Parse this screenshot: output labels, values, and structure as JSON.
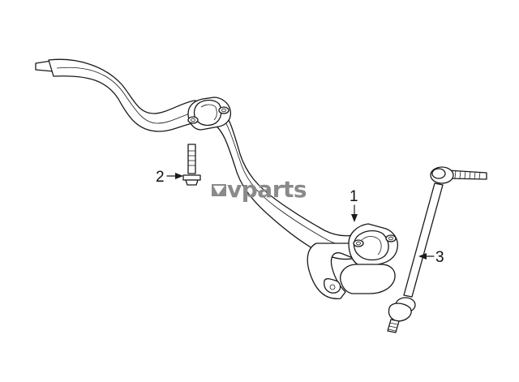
{
  "diagram": {
    "watermark": "vparts",
    "callouts": [
      {
        "id": "1",
        "label": "1"
      },
      {
        "id": "2",
        "label": "2"
      },
      {
        "id": "3",
        "label": "3"
      }
    ],
    "colors": {
      "line": "#1a1a1a",
      "watermark": "#8a8a8a",
      "background": "#ffffff"
    }
  }
}
